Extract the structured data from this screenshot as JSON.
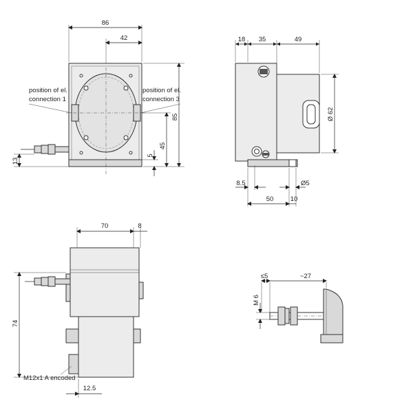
{
  "views": {
    "front": {
      "dims": {
        "width_total": "86",
        "width_center": "42",
        "height_total": "85",
        "height_conn": "45",
        "offset_5": "5",
        "left_13": "13"
      },
      "labels": {
        "conn1": [
          "position of el.",
          "connection 1"
        ],
        "conn3": [
          "position of el.",
          "connection 3"
        ]
      }
    },
    "side": {
      "dims": {
        "d18": "18",
        "d35": "35",
        "d49": "49",
        "diam62": "Ø 62",
        "d8_5": "8.5",
        "diam5": "Ø5",
        "d50": "50",
        "d10": "10"
      }
    },
    "top": {
      "dims": {
        "d70": "70",
        "d8": "8",
        "d74": "74",
        "d12_5": "12.5"
      },
      "labels": {
        "connector": "M12x1 A encoded"
      }
    },
    "detail": {
      "dims": {
        "le5": "≤5",
        "approx27": "~27",
        "m6": "M 6"
      }
    }
  },
  "colors": {
    "housing": "#ececec",
    "housing_dark": "#d9d9d9",
    "line": "#222222"
  }
}
